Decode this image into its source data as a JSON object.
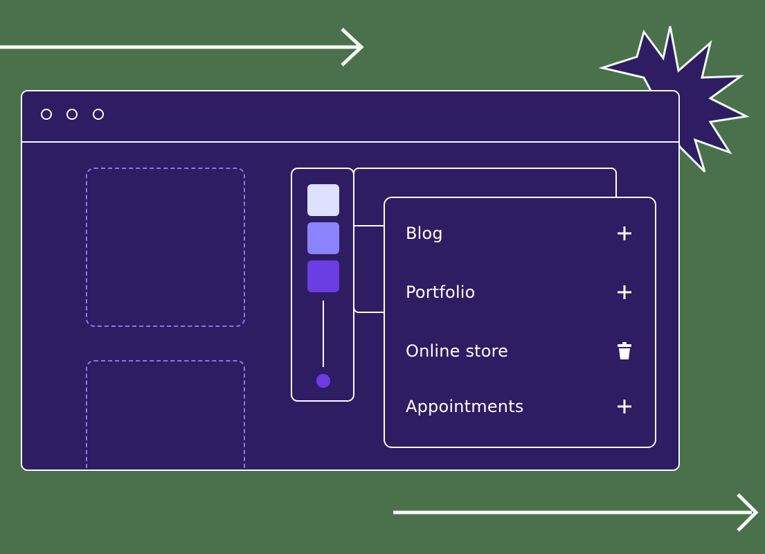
{
  "colors": {
    "background": "#4a714b",
    "window": "#2e1d62",
    "outline": "#f4fbf4",
    "dashed": "#8b79ef",
    "star": "#2e1d62"
  },
  "window": {
    "controls": [
      "circle-icon",
      "circle-icon",
      "circle-icon"
    ]
  },
  "palette": {
    "swatches": [
      "#dde0ff",
      "#8a83fb",
      "#6a3de3"
    ],
    "slider_color": "#6a3de3"
  },
  "menu": {
    "items": [
      {
        "label": "Blog",
        "action_icon": "plus-icon"
      },
      {
        "label": "Portfolio",
        "action_icon": "plus-icon"
      },
      {
        "label": "Online store",
        "action_icon": "trash-icon"
      },
      {
        "label": "Appointments",
        "action_icon": "plus-icon"
      }
    ]
  }
}
